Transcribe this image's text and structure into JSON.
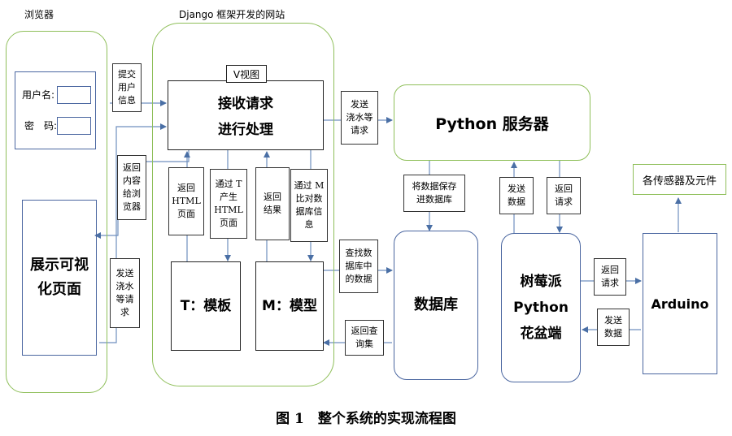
{
  "regions": {
    "browser": "浏览器",
    "django": "Django 框架开发的网站"
  },
  "browser": {
    "username_label": "用户名:",
    "password_label": "密　码:",
    "username_value": "",
    "password_value": "",
    "display_page": "展示可视\n化页面"
  },
  "labels": {
    "submit_info": "提交\n用户\n信息",
    "return_content": "返回\n内容\n给浏\n览器",
    "send_water_req_left": "发送\n浇水\n等请\n求",
    "v_view": "V视图",
    "receive_request": "接收请求\n进行处理",
    "return_html": "返回\nHTML\n页面",
    "t_generate_html": "通过 T\n产生\nHTML\n页面",
    "return_result": "返回\n结果",
    "m_compare_db": "通过 M\n比对数\n据库信\n息",
    "template": "T：模板",
    "model": "M：模型",
    "send_water_req_mid": "发送\n浇水等\n请求",
    "python_server": "Python  服务器",
    "save_to_db": "将数据保存\n进数据库",
    "query_db": "查找数\n据库中\n的数据",
    "return_query_set": "返回查\n询集",
    "database": "数据库",
    "send_data_top": "发送\n数据",
    "return_request_top": "返回\n请求",
    "raspberry_client": "树莓派\nPython\n花盆端",
    "return_request_right": "返回\n请求",
    "send_data_right": "发送\n数据",
    "arduino": "Arduino",
    "sensors": "各传感器及元件"
  },
  "caption": "图 1　整个系统的实现流程图",
  "colors": {
    "green_border": "#8fbf5a",
    "blue_border": "#3a4f7a",
    "arrow": "#5b7fb5"
  }
}
